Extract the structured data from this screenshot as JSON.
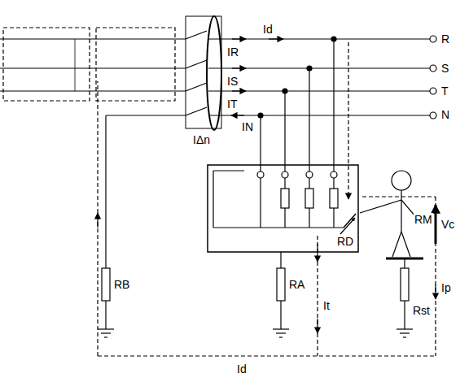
{
  "diagram": {
    "labels": [
      "R",
      "S",
      "T",
      "N",
      "Id",
      "IR",
      "IS",
      "IT",
      "IN",
      "IΔn",
      "RD",
      "RM",
      "Vc",
      "Ip",
      "RB",
      "RA",
      "It",
      "Rst",
      "Id"
    ]
  }
}
